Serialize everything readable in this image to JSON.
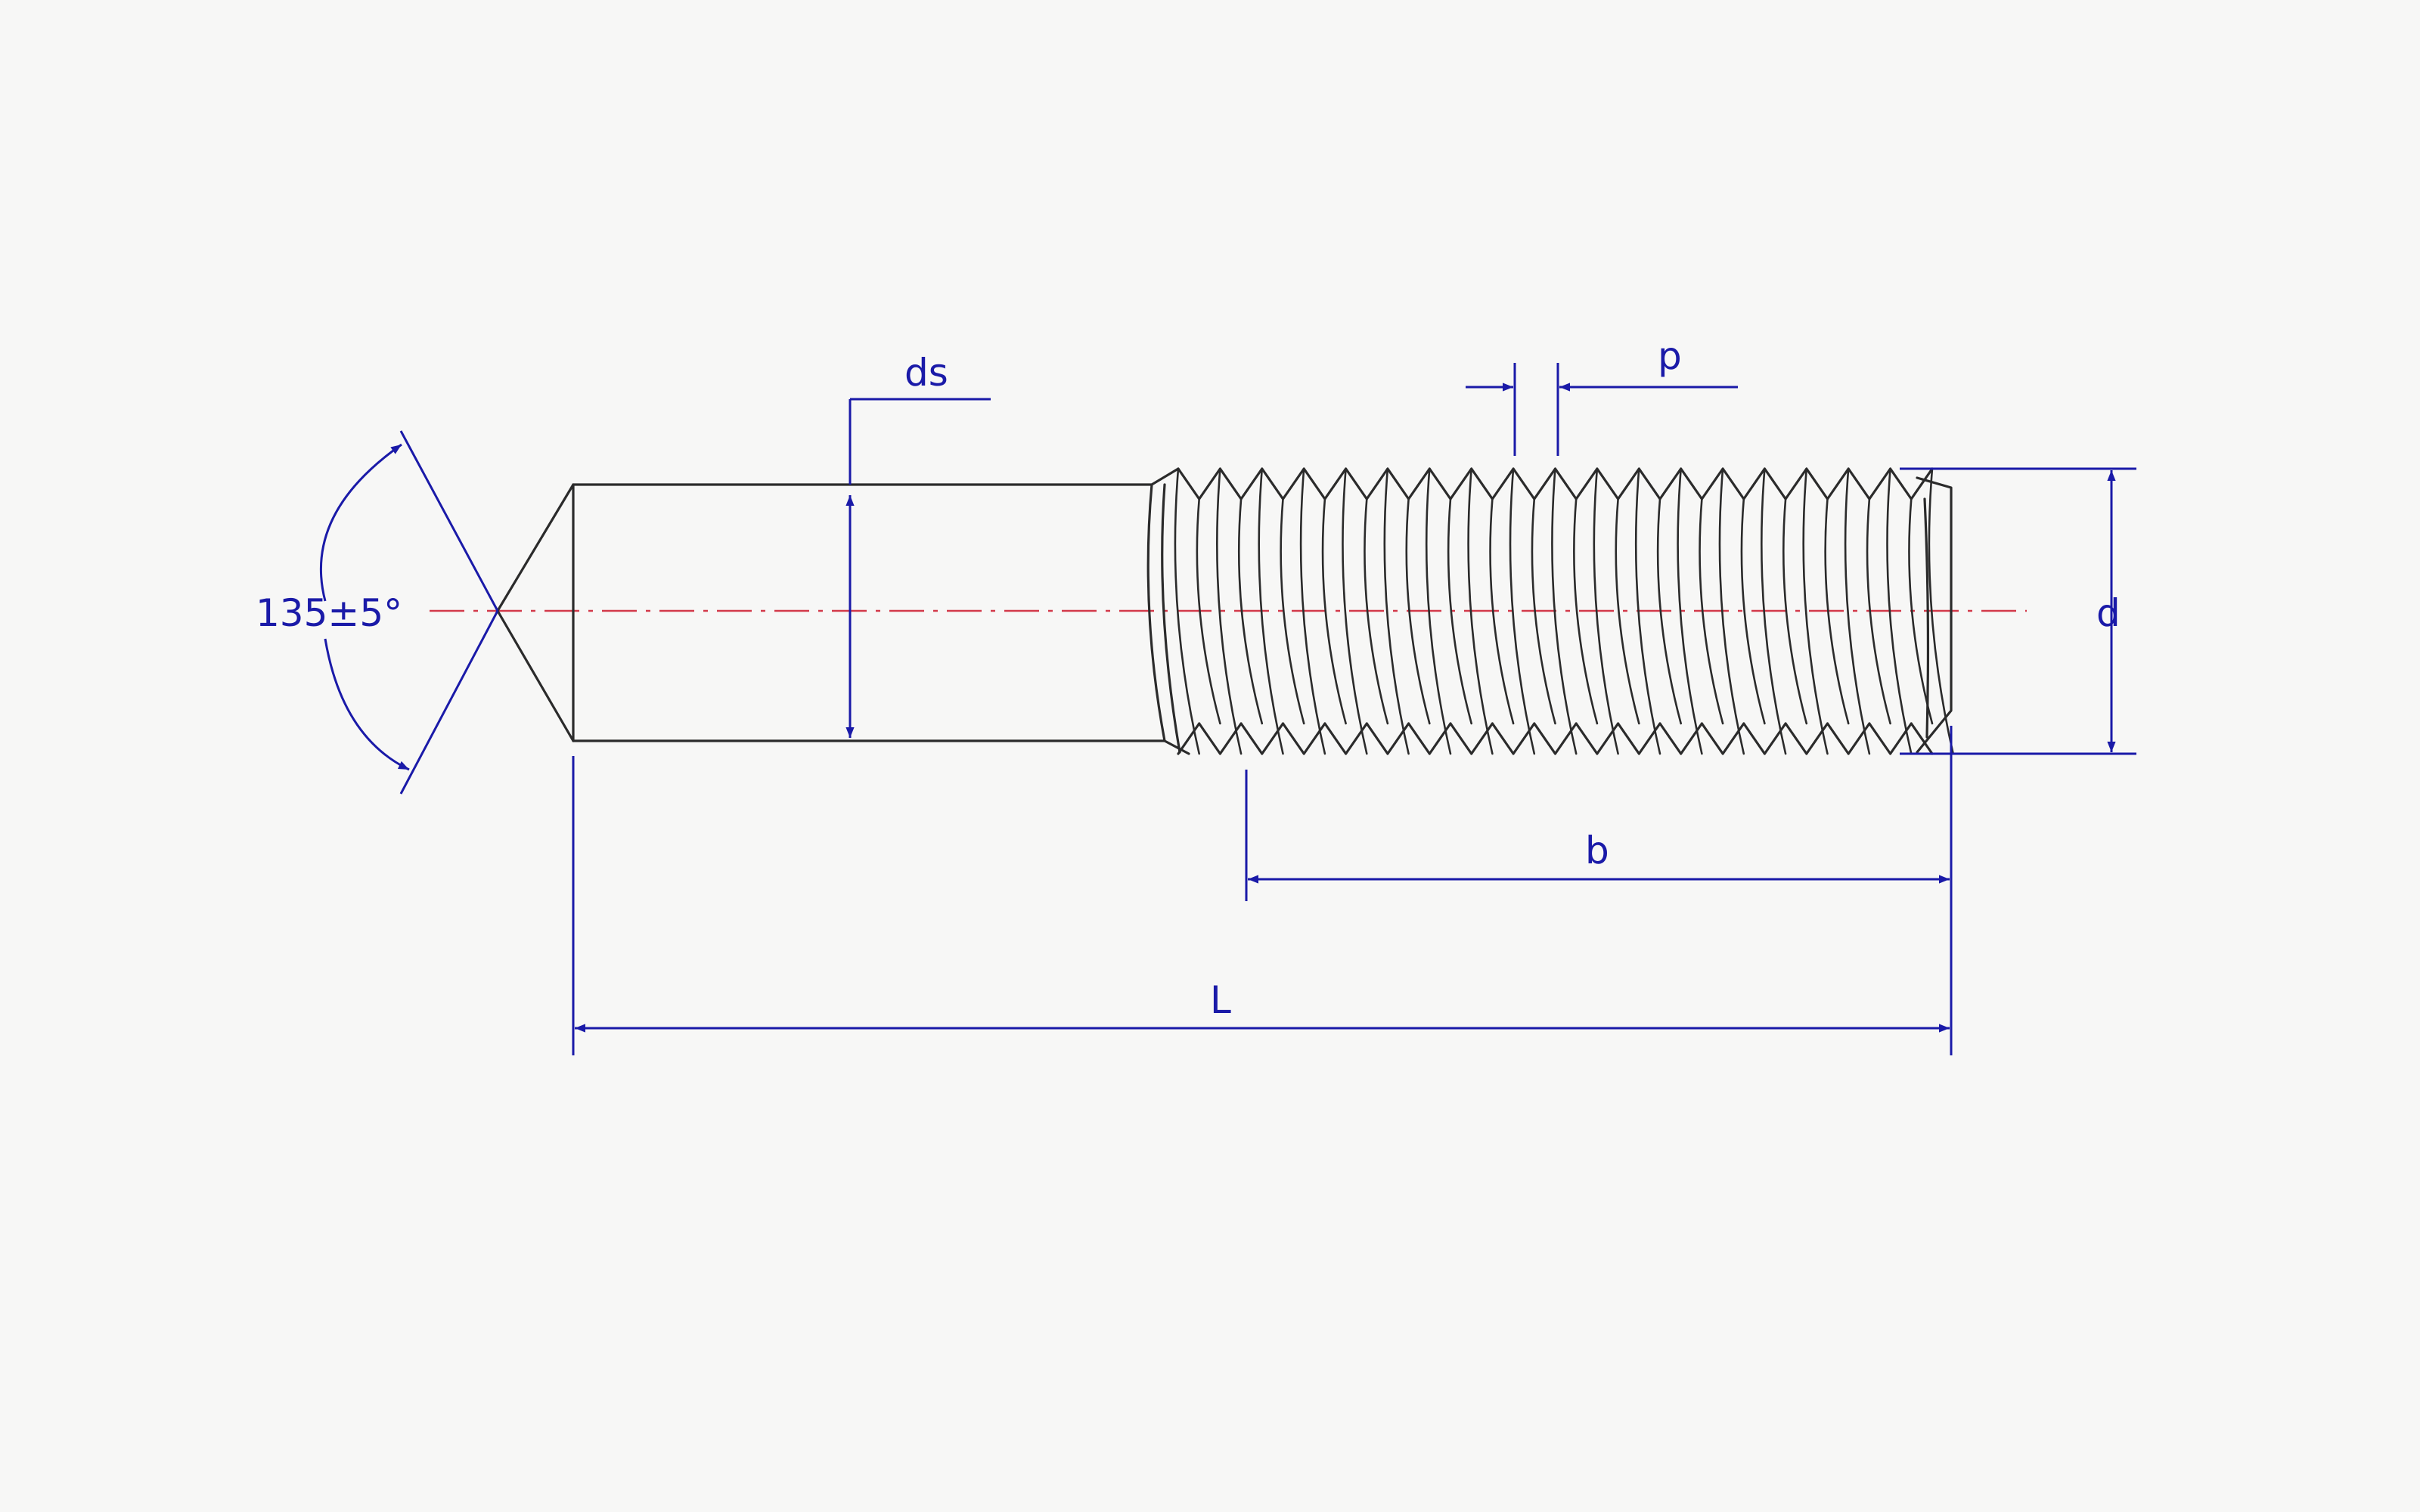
{
  "diagram": {
    "labels": {
      "angle": "135±5°",
      "ds": "ds",
      "p": "p",
      "d": "d",
      "b": "b",
      "L": "L"
    },
    "colors": {
      "part_outline": "#2b2b2b",
      "dimension": "#1a1aa8",
      "center_axis": "#d33a4a",
      "background": "#f7f7f6"
    }
  }
}
